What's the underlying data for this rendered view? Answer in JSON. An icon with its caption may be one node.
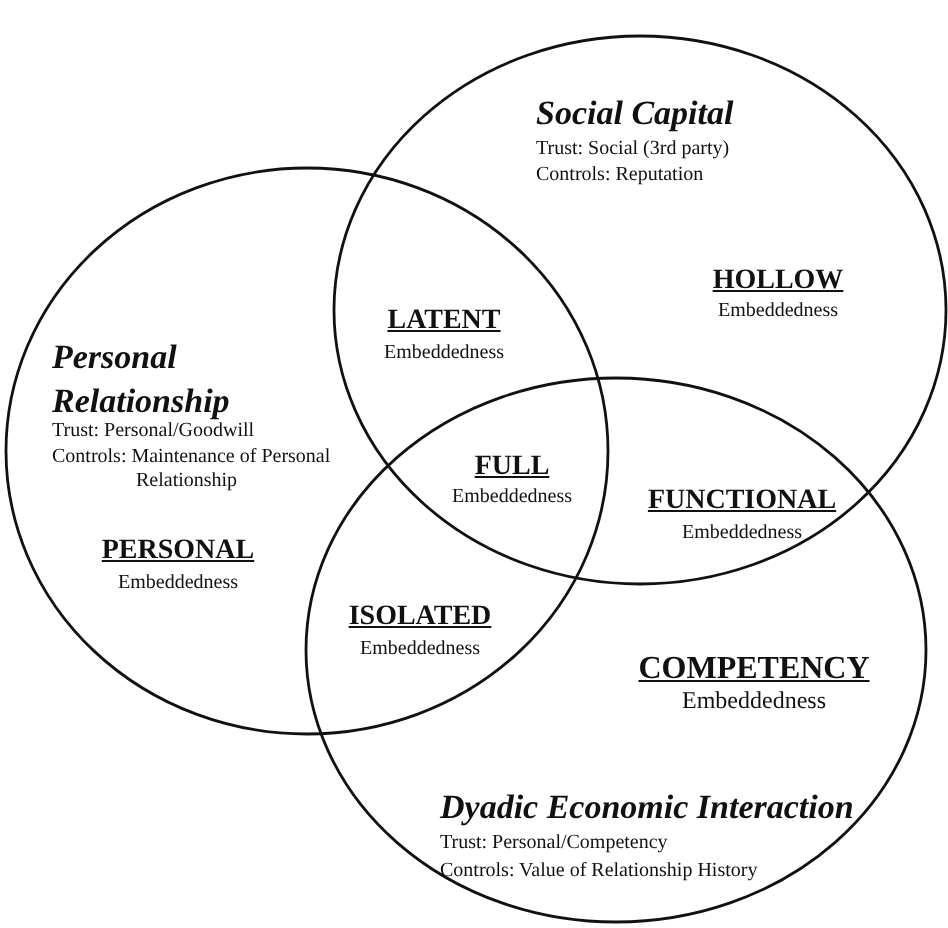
{
  "diagram": {
    "nodes": [
      {
        "text": [
          "Social Capital",
          "Trust:  Social (3rd party)",
          "Controls: Reputation"
        ]
      },
      {
        "text": [
          "Personal Relationship",
          "Trust: Personal/Goodwill",
          "Controls: Maintenance of Personal Relationship"
        ]
      },
      {
        "text": [
          "Dyadic Economic Interaction",
          "Trust: Personal/Competency",
          "Controls: Value of Relationship History"
        ]
      }
    ],
    "labels": [
      "HOLLOW",
      "Embeddedness",
      "LATENT",
      "Embeddedness",
      "FULL",
      "Embeddedness",
      "FUNCTIONAL",
      "Embeddedness",
      "PERSONAL",
      "Embeddedness",
      "ISOLATED",
      "Embeddedness",
      "COMPETENCY",
      "Embeddedness"
    ]
  }
}
